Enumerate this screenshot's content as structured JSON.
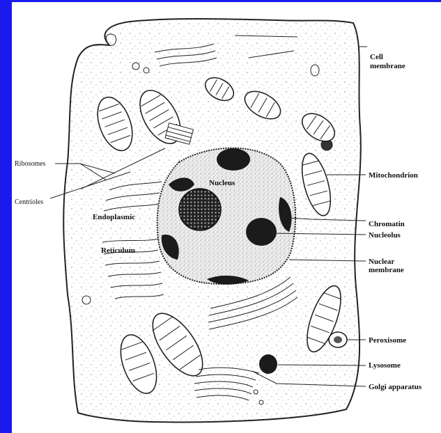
{
  "title": "",
  "labels_right": [
    {
      "id": "cell-membrane",
      "text": "Cell\nmembrane"
    },
    {
      "id": "mitochondrion",
      "text": "Mitochondrion"
    },
    {
      "id": "chromatin",
      "text": "Chromatin"
    },
    {
      "id": "nucleolus",
      "text": "Nucleolus"
    },
    {
      "id": "nuclear-membrane",
      "text": "Nuclear\nmembrane"
    },
    {
      "id": "peroxisome",
      "text": "Peroxisome"
    },
    {
      "id": "lysosome",
      "text": "Lysosome"
    },
    {
      "id": "golgi-apparatus",
      "text": "Golgi apparatus"
    }
  ],
  "labels_left": [
    {
      "id": "ribosomes",
      "text": "Ribosomes"
    },
    {
      "id": "centrioles",
      "text": "Centrioles"
    }
  ],
  "labels_inside": [
    {
      "id": "nucleus",
      "text": "Nucleus"
    },
    {
      "id": "endoplasmic",
      "text": "Endoplasmic"
    },
    {
      "id": "reticulum",
      "text": "Reticulum"
    }
  ],
  "colors": {
    "border": "#1a1aee",
    "background": "#ffffff",
    "ink": "#222222",
    "dark_body": "#1b1b1b",
    "nucleoplasm": "#e4e4e4"
  }
}
